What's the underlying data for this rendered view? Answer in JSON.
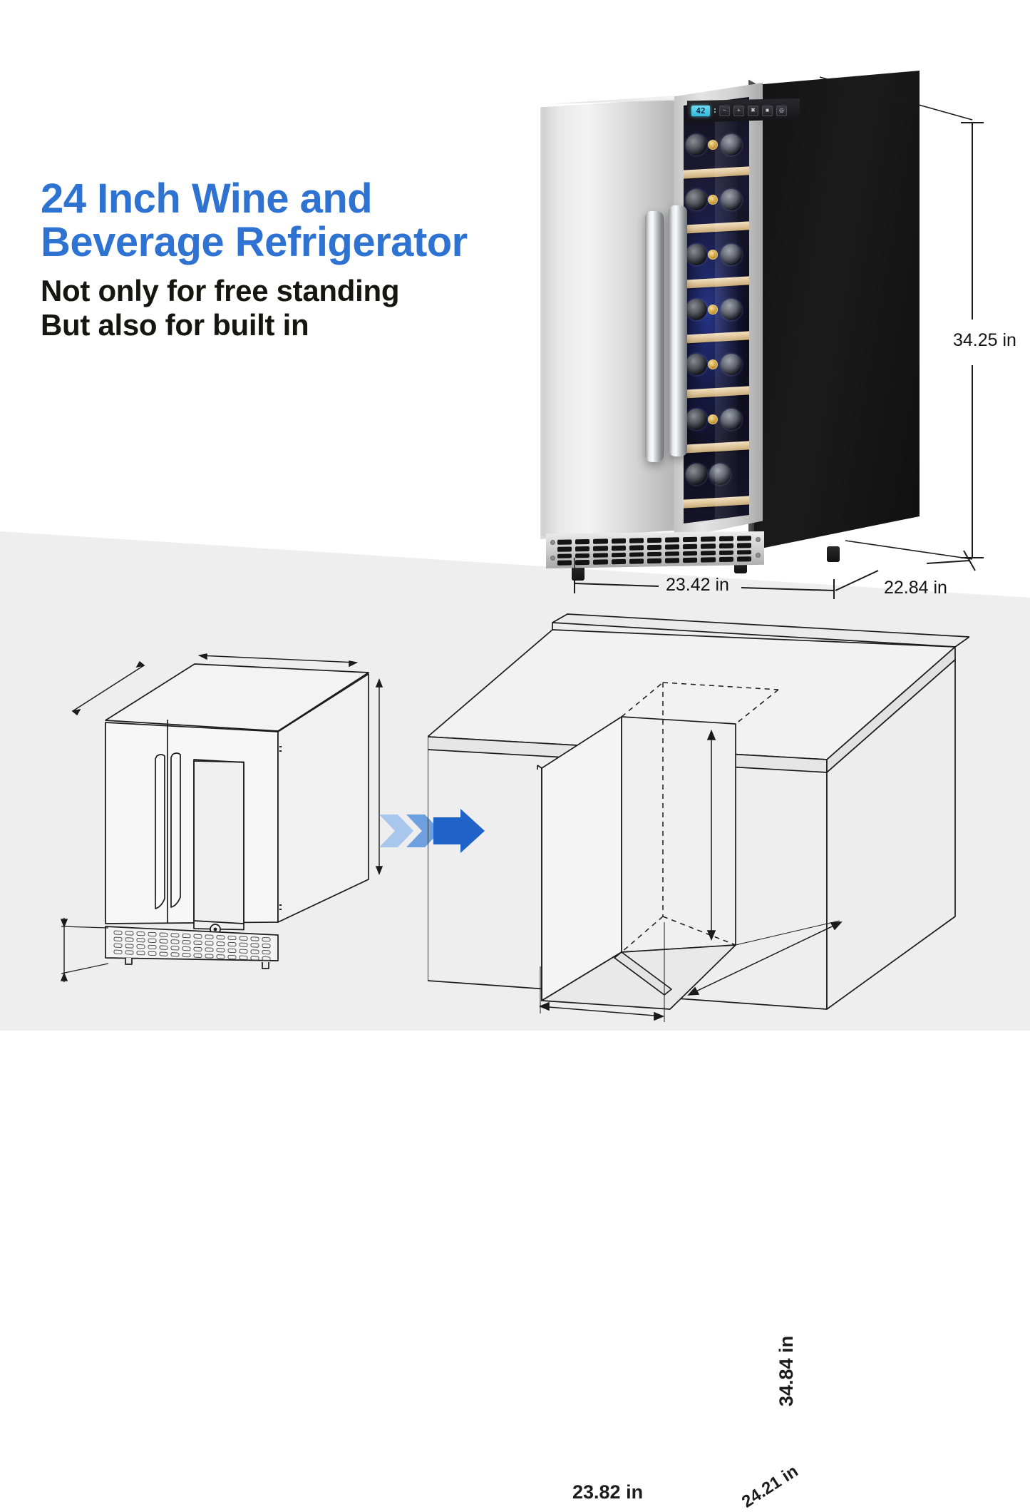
{
  "page": {
    "background_white": "#ffffff",
    "background_gray": "#eeeeee",
    "accent_blue": "#2E72D2",
    "text_dark": "#15160f"
  },
  "headline": {
    "line1": "24 Inch Wine and",
    "line2": "Beverage Refrigerator",
    "sub1": "Not only for free standing",
    "sub2": "But also for built in"
  },
  "product": {
    "alt": "24 inch dual zone stainless steel wine and beverage refrigerator",
    "display_value": "42",
    "display_unit": "°",
    "buttons": [
      {
        "name": "minus-button",
        "glyph": "−"
      },
      {
        "name": "plus-button",
        "glyph": "+"
      },
      {
        "name": "power-button",
        "glyph": "✖"
      },
      {
        "name": "light-button",
        "glyph": "■"
      },
      {
        "name": "settings-button",
        "glyph": "◎"
      }
    ],
    "shelf_count": 7,
    "bottles_per_shelf": 3
  },
  "dimensions_freestanding": [
    {
      "id": "height",
      "label": "34.25 in",
      "orientation": "vertical"
    },
    {
      "id": "width",
      "label": "23.42 in",
      "orientation": "horizontal"
    },
    {
      "id": "depth",
      "label": "22.84 in",
      "orientation": "diagonal"
    }
  ],
  "dimensions_builtin": [
    {
      "id": "cutout-height",
      "label": "34.84 in",
      "orientation": "vertical"
    },
    {
      "id": "cutout-width",
      "label": "23.82 in",
      "orientation": "horizontal"
    },
    {
      "id": "cutout-depth",
      "label": "24.21 in",
      "orientation": "diagonal"
    }
  ],
  "arrow": {
    "name": "transition-arrow",
    "colors": [
      "#A9C6EC",
      "#6E9FDF",
      "#1F62C8"
    ]
  },
  "diagrams": {
    "left_caption": "",
    "right_caption": ""
  }
}
